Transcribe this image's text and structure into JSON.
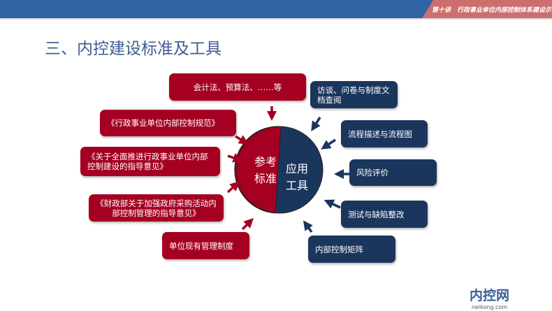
{
  "header": {
    "lecture": "第十讲　行政事业单位内部控制体系建设示例"
  },
  "title": "三、内控建设标准及工具",
  "circle": {
    "left_label": "参考标准",
    "right_label": "应用工具",
    "left_line1": "参考",
    "left_line2": "标准",
    "right_line1": "应用",
    "right_line2": "工具"
  },
  "references": [
    "会计法、预算法、……等",
    "《行政事业单位内部控制规范》",
    "《关于全面推进行政事业单位内部控制建设的指导意见》",
    "《财政部关于加强政府采购活动内部控制管理的指导意见》",
    "单位现有管理制度"
  ],
  "tools": [
    "访谈、问卷与制度文档查阅",
    "流程描述与流程图",
    "风险评价",
    "测试与缺陷整改",
    "内部控制矩阵"
  ],
  "logo": {
    "name": "内控网",
    "url": "neikong.com"
  },
  "colors": {
    "red": "#a50021",
    "blue": "#1b365d",
    "header_blue": "#2f63a3",
    "header_red": "#cd6e6e"
  }
}
